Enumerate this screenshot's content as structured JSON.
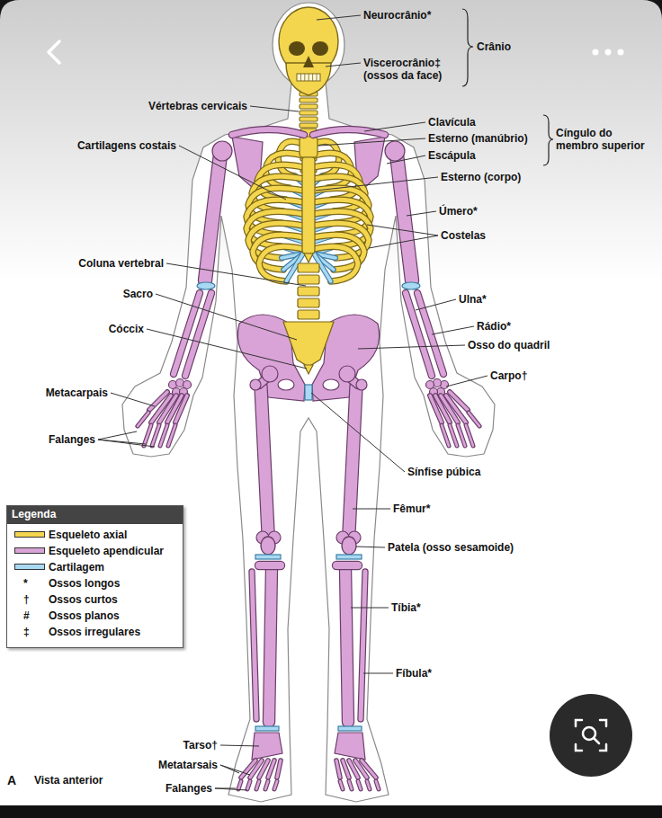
{
  "diagram": {
    "caption": "Vista anterior",
    "labels": [
      "Neurocrânio*",
      "Crânio",
      "Viscerocrânio‡ (ossos da face)",
      "Vértebras cervicais",
      "Clavícula",
      "Esterno (manúbrio)",
      "Cíngulo do membro superior",
      "Escápula",
      "Cartilagens costais",
      "Esterno (corpo)",
      "Úmero*",
      "Costelas",
      "Coluna vertebral",
      "Sacro",
      "Ulna*",
      "Rádio*",
      "Cóccix",
      "Osso do quadril",
      "Carpo†",
      "Metacarpais",
      "Falanges",
      "Sínfise púbica",
      "Fêmur*",
      "Patela (osso sesamoide)",
      "Tíbia*",
      "Fíbula*",
      "Tarso†",
      "Metatarsais",
      "Falanges",
      "A",
      "Legenda",
      "*",
      "†",
      "#",
      "‡"
    ],
    "legend": [
      {
        "text": "Esqueleto axial",
        "color": "#f3d54e"
      },
      {
        "text": "Esqueleto apendicular",
        "color": "#d9a3d7"
      },
      {
        "text": "Cartilagem",
        "color": "#a9d9f2"
      },
      {
        "text": "Ossos longos"
      },
      {
        "text": "Ossos curtos"
      },
      {
        "text": "Ossos planos"
      },
      {
        "text": "Ossos irregulares"
      }
    ]
  }
}
